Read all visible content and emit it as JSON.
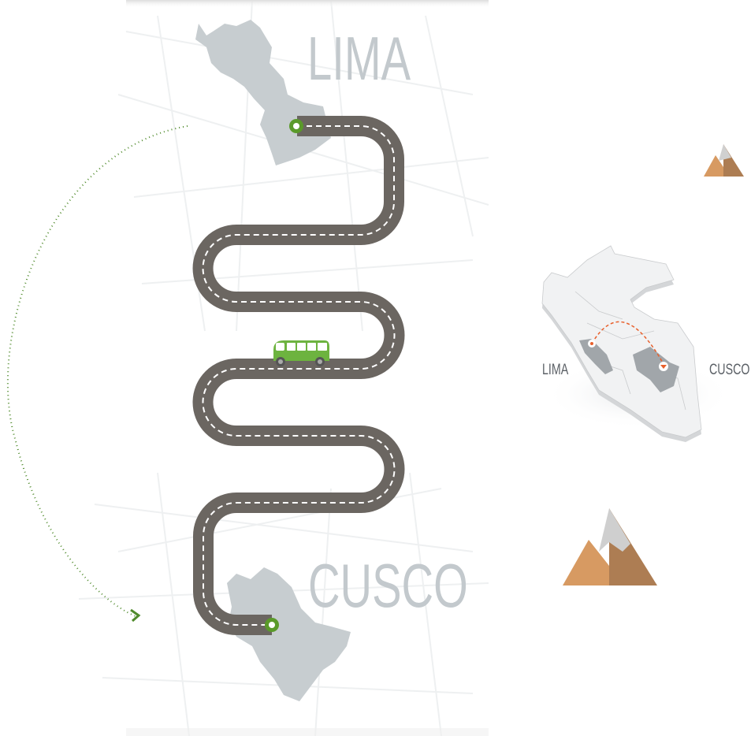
{
  "route": {
    "origin": "LIMA",
    "destination": "CUSCO"
  },
  "inset_map": {
    "origin_label": "LIMA",
    "destination_label": "CUSCO"
  },
  "colors": {
    "road": "#6b6661",
    "road_markings": "#ffffff",
    "bus": "#6db33f",
    "pin": "#5a9a2a",
    "region": "#c7cdd0",
    "city_text": "#c3c9cd",
    "arc_dotted": "#4f8a2b",
    "inset_arc": "#e8602c",
    "mountain_light": "#d79a62",
    "mountain_dark": "#ad7d53",
    "mountain_snow": "#d0d0d0"
  },
  "icons": [
    "bus-icon",
    "location-pin-icon",
    "mountain-icon",
    "peru-map-icon"
  ]
}
